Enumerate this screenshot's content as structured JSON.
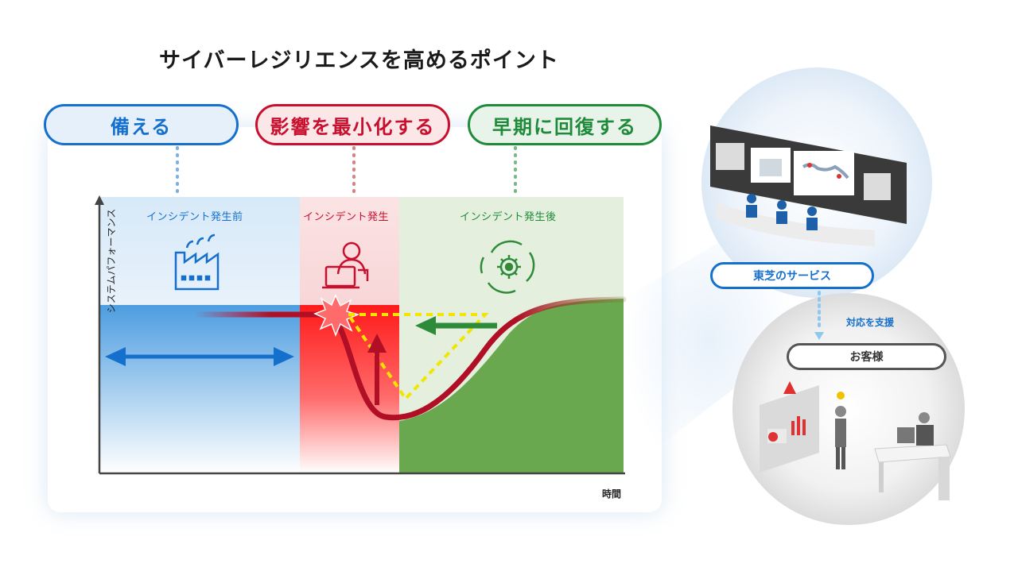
{
  "title": "サイバーレジリエンスを高めるポイント",
  "phases": {
    "prepare": "備える",
    "minimize": "影響を最小化する",
    "recover": "早期に回復する"
  },
  "zones": {
    "before": "インシデント発生前",
    "during": "インシデント発生",
    "after": "インシデント発生後"
  },
  "axes": {
    "y": "システムパフォーマンス",
    "x": "時間"
  },
  "service": {
    "provider": "東芝のサービス",
    "support": "対応を支援",
    "customer": "お客様"
  },
  "colors": {
    "blue": "#1470cc",
    "red": "#c8102e",
    "green": "#1e8a3a",
    "yellow": "#f2e600"
  }
}
